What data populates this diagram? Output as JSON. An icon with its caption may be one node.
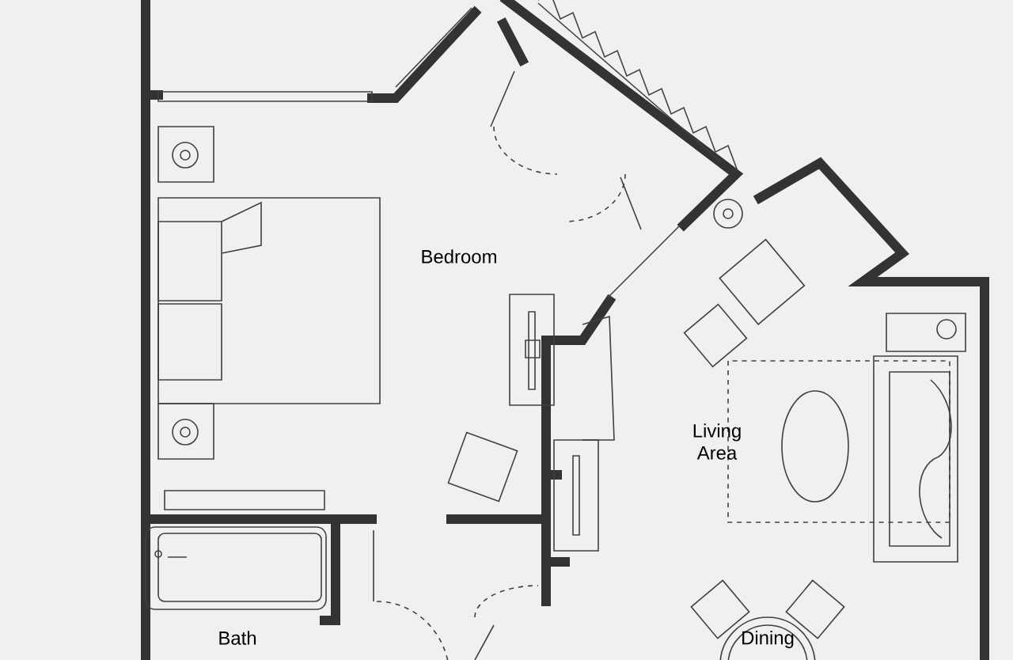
{
  "diagram": {
    "labels": [
      "Bedroom",
      "Living Area",
      "Bath",
      "Dining"
    ]
  }
}
